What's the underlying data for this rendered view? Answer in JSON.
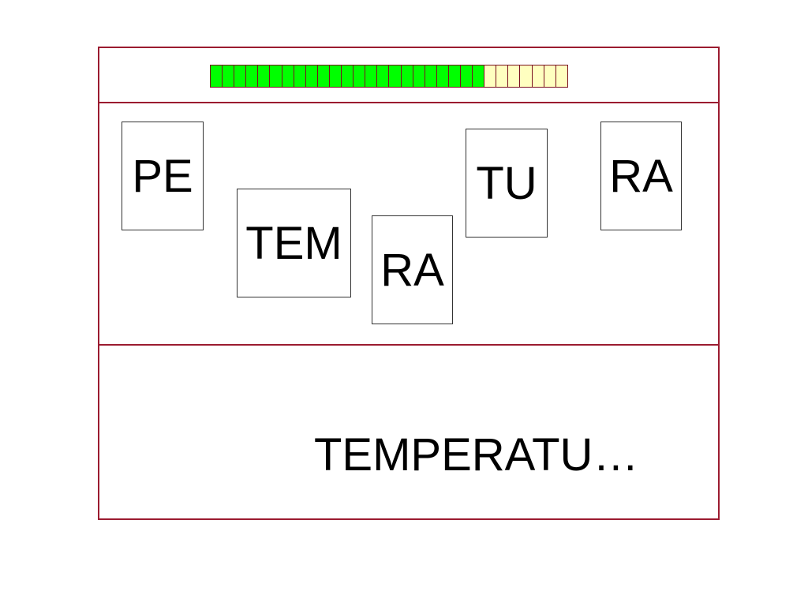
{
  "progress": {
    "filled_cells": 23,
    "total_cells": 30,
    "filled_color": "#00ff00",
    "empty_color": "#ffffc0"
  },
  "cards": [
    {
      "label": "PE"
    },
    {
      "label": "TEM"
    },
    {
      "label": "RA"
    },
    {
      "label": "TU"
    },
    {
      "label": "RA"
    }
  ],
  "answer": {
    "text": "TEMPERATU..."
  },
  "colors": {
    "frame": "#9b1b30"
  }
}
